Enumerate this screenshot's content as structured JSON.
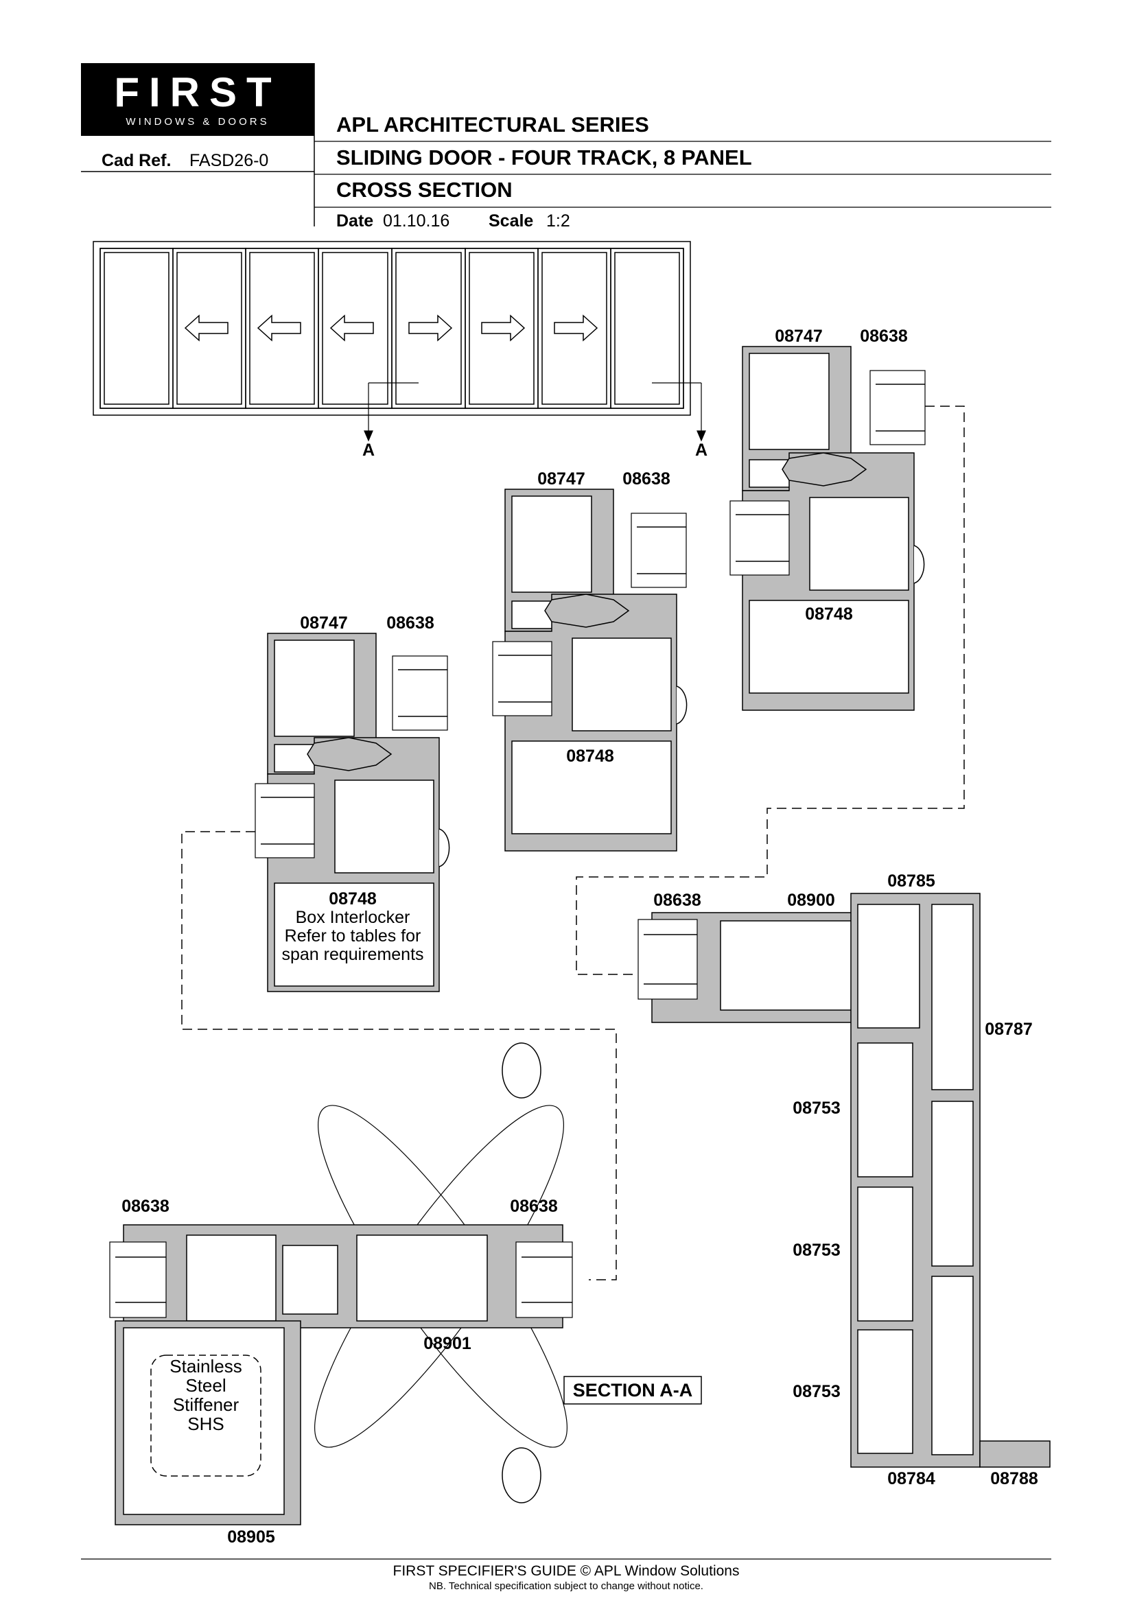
{
  "header": {
    "logo_text": "FIRST",
    "logo_subtext": "WINDOWS & DOORS",
    "cad_ref_label": "Cad Ref.",
    "cad_ref_value": "FASD26-0",
    "series": "APL ARCHITECTURAL SERIES",
    "product": "SLIDING DOOR - FOUR TRACK, 8 PANEL",
    "view": "CROSS SECTION",
    "date_label": "Date",
    "date_value": "01.10.16",
    "scale_label": "Scale",
    "scale_value": "1:2"
  },
  "elevation": {
    "section_marker": "A"
  },
  "parts": {
    "p08747": "08747",
    "p08638": "08638",
    "p08748": "08748",
    "p08900": "08900",
    "p08785": "08785",
    "p08787": "08787",
    "p08753": "08753",
    "p08784": "08784",
    "p08788": "08788",
    "p08901": "08901",
    "p08905": "08905"
  },
  "notes": {
    "box_interlocker": [
      "Box Interlocker",
      "Refer to tables for",
      "span requirements"
    ],
    "stiffener": [
      "Stainless",
      "Steel",
      "Stiffener",
      "SHS"
    ],
    "section_label": "SECTION A-A"
  },
  "footer": {
    "guide": "FIRST SPECIFIER'S GUIDE  © APL Window Solutions",
    "disclaimer": "NB. Technical specification subject to change without notice."
  },
  "colors": {
    "profile_fill": "#bdbdbd",
    "line": "#000000"
  }
}
